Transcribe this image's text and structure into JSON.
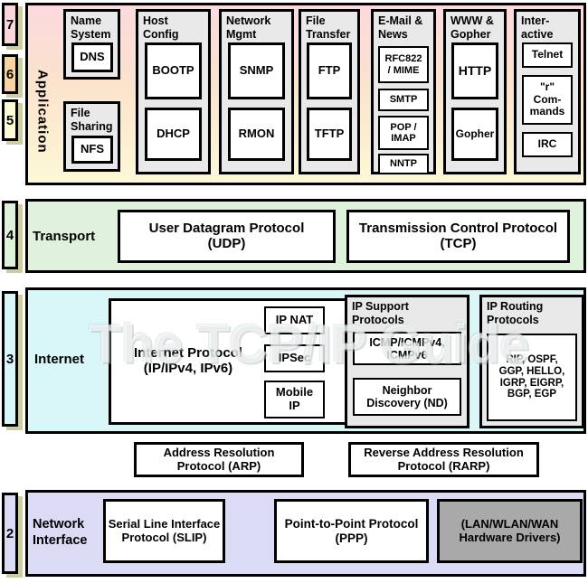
{
  "watermark": "The TCP/IP Guide",
  "colors": {
    "layer7_pink": "#fad7dc",
    "layer6_peach": "#f9d3a1",
    "layer5_yellow": "#fdfbd4",
    "transport_green": "#dff2dc",
    "internet_cyan": "#d9f6f8",
    "network_lavender": "#dbdbf6",
    "group_gray": "#e9e9e9",
    "hardware_gray": "#a9a9a9",
    "shadow_olive": "#cdcda2",
    "border": "#000000"
  },
  "osi_numbers": {
    "l7": "7",
    "l6": "6",
    "l5": "5",
    "l4": "4",
    "l3": "3",
    "l2": "2"
  },
  "application": {
    "layer_label": "Application",
    "groups": {
      "name_system": {
        "title": "Name\nSystem",
        "dns": "DNS"
      },
      "file_sharing": {
        "title": "File\nSharing",
        "nfs": "NFS"
      },
      "host_config": {
        "title": "Host\nConfig",
        "bootp": "BOOTP",
        "dhcp": "DHCP"
      },
      "network_mgmt": {
        "title": "Network\nMgmt",
        "snmp": "SNMP",
        "rmon": "RMON"
      },
      "file_transfer": {
        "title": "File\nTransfer",
        "ftp": "FTP",
        "tftp": "TFTP"
      },
      "email_news": {
        "title": "E-Mail &\nNews",
        "rfc822": "RFC822\n/ MIME",
        "smtp": "SMTP",
        "pop_imap": "POP /\nIMAP",
        "nntp": "NNTP"
      },
      "www_gopher": {
        "title": "WWW &\nGopher",
        "http": "HTTP",
        "gopher": "Gopher"
      },
      "interactive": {
        "title": "Inter-\nactive",
        "telnet": "Telnet",
        "r_commands": "\"r\"\nCom-\nmands",
        "irc": "IRC"
      }
    }
  },
  "transport": {
    "layer_label": "Transport",
    "udp": "User Datagram Protocol\n(UDP)",
    "tcp": "Transmission Control Protocol\n(TCP)"
  },
  "internet": {
    "layer_label": "Internet",
    "ip": "Internet Protocol\n(IP/IPv4, IPv6)",
    "ip_nat": "IP NAT",
    "ipsec": "IPSec",
    "mobile_ip": "Mobile\nIP",
    "ip_support": {
      "title": "IP Support\nProtocols",
      "icmp": "ICMP/ICMPv4,\nICMPv6",
      "nd": "Neighbor\nDiscovery (ND)"
    },
    "ip_routing": {
      "title": "IP Routing\nProtocols",
      "list": "RIP, OSPF,\nGGP, HELLO,\nIGRP, EIGRP,\nBGP, EGP"
    }
  },
  "resolution": {
    "arp": "Address Resolution\nProtocol (ARP)",
    "rarp": "Reverse Address Resolution\nProtocol (RARP)"
  },
  "network_interface": {
    "layer_label": "Network\nInterface",
    "slip": "Serial Line Interface\nProtocol (SLIP)",
    "ppp": "Point-to-Point Protocol\n(PPP)",
    "hardware": "(LAN/WLAN/WAN\nHardware Drivers)"
  }
}
